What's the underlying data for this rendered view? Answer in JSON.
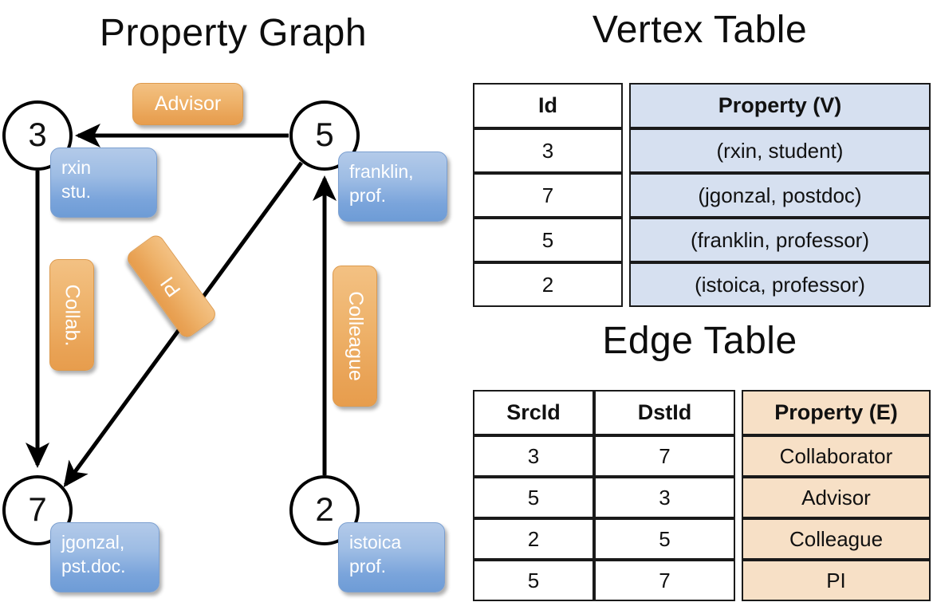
{
  "titles": {
    "property_graph": "Property Graph",
    "vertex_table": "Vertex Table",
    "edge_table": "Edge Table"
  },
  "colors": {
    "vertex_property_fill": "#d6e0f0",
    "edge_property_fill": "#f7e0c6",
    "node_property_box": "#7aa4db",
    "edge_label_box": "#e9a356",
    "stroke": "#000000"
  },
  "graph": {
    "nodes": [
      {
        "id": "3",
        "property_lines": [
          "rxin",
          "stu."
        ]
      },
      {
        "id": "5",
        "property_lines": [
          "franklin,",
          "prof."
        ]
      },
      {
        "id": "7",
        "property_lines": [
          "jgonzal,",
          "pst.doc."
        ]
      },
      {
        "id": "2",
        "property_lines": [
          "istoica",
          "prof."
        ]
      }
    ],
    "edge_labels": [
      {
        "name": "advisor-tag",
        "text": "Advisor"
      },
      {
        "name": "collab-tag",
        "text": "Collab."
      },
      {
        "name": "pi-tag",
        "text": "PI"
      },
      {
        "name": "colleague-tag",
        "text": "Colleague"
      }
    ]
  },
  "vertex_table": {
    "headers": [
      "Id",
      "Property (V)"
    ],
    "rows": [
      {
        "id": "3",
        "property": "(rxin, student)"
      },
      {
        "id": "7",
        "property": "(jgonzal, postdoc)"
      },
      {
        "id": "5",
        "property": "(franklin, professor)"
      },
      {
        "id": "2",
        "property": "(istoica, professor)"
      }
    ]
  },
  "edge_table": {
    "headers": [
      "SrcId",
      "DstId",
      "Property (E)"
    ],
    "rows": [
      {
        "src": "3",
        "dst": "7",
        "property": "Collaborator"
      },
      {
        "src": "5",
        "dst": "3",
        "property": "Advisor"
      },
      {
        "src": "2",
        "dst": "5",
        "property": "Colleague"
      },
      {
        "src": "5",
        "dst": "7",
        "property": "PI"
      }
    ]
  }
}
